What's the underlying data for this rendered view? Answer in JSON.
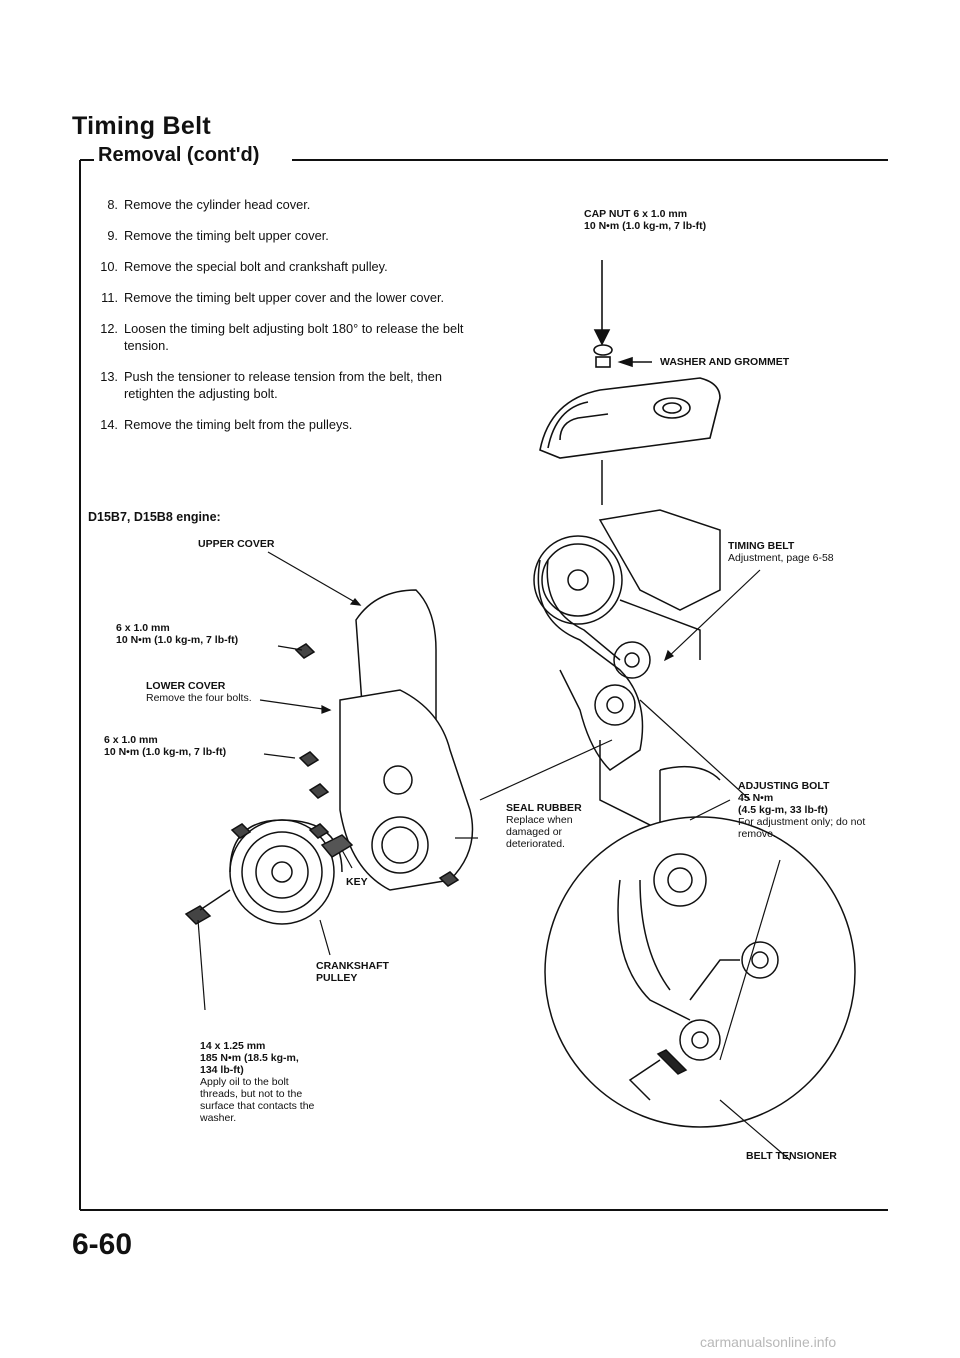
{
  "header": {
    "title": "Timing Belt",
    "subtitle": "Removal (cont'd)"
  },
  "steps": [
    {
      "num": "8.",
      "text": "Remove the cylinder head cover."
    },
    {
      "num": "9.",
      "text": "Remove the timing belt upper cover."
    },
    {
      "num": "10.",
      "text": "Remove the special bolt and crankshaft pulley."
    },
    {
      "num": "11.",
      "text": "Remove the timing belt upper cover and the lower cover."
    },
    {
      "num": "12.",
      "text": "Loosen the timing belt adjusting bolt 180° to release the belt tension."
    },
    {
      "num": "13.",
      "text": "Push the tensioner to release tension from the belt, then retighten the adjusting bolt."
    },
    {
      "num": "14.",
      "text": "Remove the timing belt from the pulleys."
    }
  ],
  "engine_heading": "D15B7, D15B8 engine:",
  "labels": {
    "cap_nut": {
      "name": "CAP NUT 6 x 1.0 mm",
      "spec": "10 N•m (1.0 kg-m, 7 lb-ft)"
    },
    "washer": {
      "name": "WASHER AND GROMMET"
    },
    "timing_belt": {
      "name": "TIMING BELT",
      "note": "Adjustment, page 6-58"
    },
    "upper_cover": {
      "name": "UPPER COVER"
    },
    "bolt_upper": {
      "name": "6 x 1.0 mm",
      "spec": "10 N•m (1.0 kg-m, 7 lb-ft)"
    },
    "lower_cover": {
      "name": "LOWER COVER",
      "note": "Remove the four bolts."
    },
    "bolt_lower": {
      "name": "6 x 1.0 mm",
      "spec": "10 N•m (1.0 kg-m, 7 lb-ft)"
    },
    "seal_rubber": {
      "name": "SEAL RUBBER",
      "note": "Replace when damaged or deteriorated."
    },
    "adjusting_bolt": {
      "name": "ADJUSTING BOLT",
      "spec1": "45 N•m",
      "spec2": "(4.5 kg-m, 33 lb-ft)",
      "note": "For adjustment only; do not remove."
    },
    "key": {
      "name": "KEY"
    },
    "crankshaft_pulley": {
      "name": "CRANKSHAFT PULLEY"
    },
    "crank_bolt": {
      "name": "14 x 1.25 mm",
      "spec1": "185 N•m (18.5 kg-m,",
      "spec2": "134 lb-ft)",
      "note": "Apply oil to the bolt threads, but not to the surface that contacts the washer."
    },
    "belt_tensioner": {
      "name": "BELT TENSIONER"
    }
  },
  "footer": {
    "page_number": "6-60",
    "watermark": "carmanualsonline.info"
  }
}
